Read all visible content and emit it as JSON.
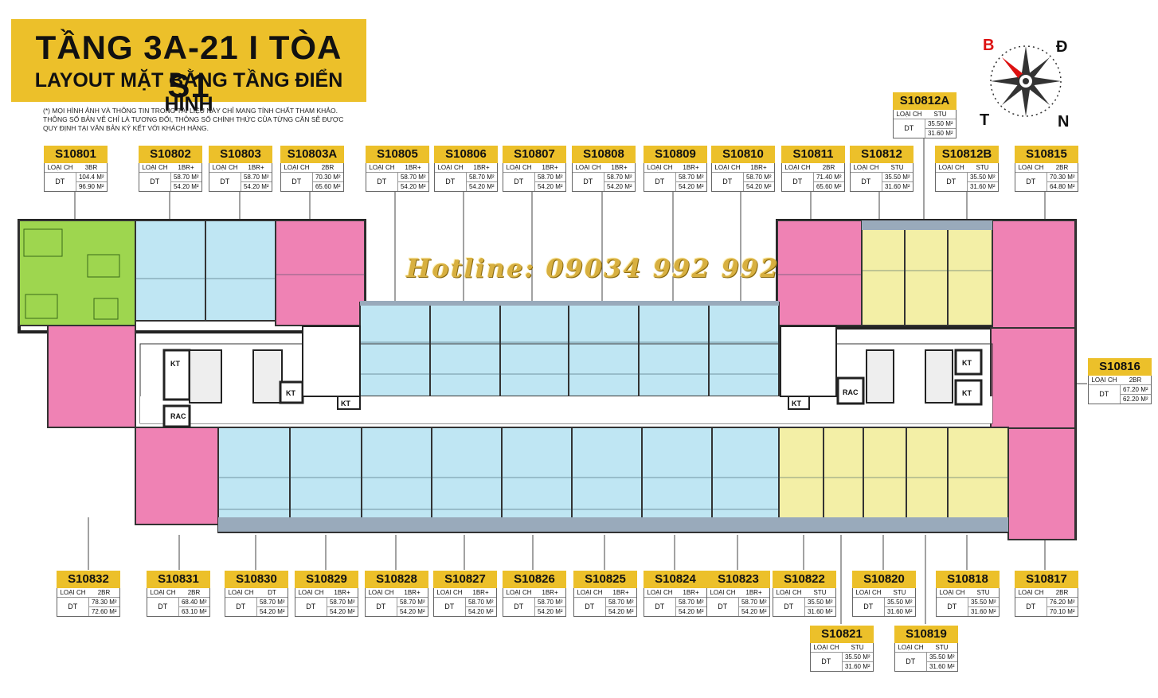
{
  "title": {
    "main": "TẦNG  3A-21  I  TÒA S1",
    "sub": "LAYOUT MẶT BẰNG TẦNG ĐIỂN HÌNH"
  },
  "disclaimer": [
    "(*) MỌI HÌNH ẢNH VÀ THÔNG TIN TRONG TÀI LIỆU NÀY CHỈ MANG TÍNH  CHẤT THAM KHẢO.",
    "THÔNG SỐ BẢN VẼ CHỈ LÀ TƯƠNG ĐỐI, THÔNG SỐ CHÍNH THỨC CỦA TỪNG CĂN SẼ ĐƯỢC",
    "QUY ĐỊNH TẠI VĂN BẢN KÝ KẾT VỚI KHÁCH HÀNG."
  ],
  "compass": {
    "b": "B",
    "d": "Đ",
    "t": "T",
    "n": "N"
  },
  "hotline": "Hotline: 09034 992 992",
  "labels": {
    "loai_ch": "LOẠI CH",
    "dt": "DT"
  },
  "plan_labels": {
    "kt": "KT",
    "rac": "RAC"
  },
  "colors": {
    "title_bg": "#ecc02a",
    "unit_3br": "#9ed64f",
    "unit_2br": "#ef82b4",
    "unit_1br": "#bfe6f3",
    "unit_stu": "#f3efa6",
    "compass_red": "#d11111"
  },
  "units": [
    {
      "code": "S10801",
      "type": "3BR",
      "area1": "104.4 M²",
      "area2": "96.90 M²"
    },
    {
      "code": "S10802",
      "type": "1BR+",
      "area1": "58.70 M²",
      "area2": "54.20 M²"
    },
    {
      "code": "S10803",
      "type": "1BR+",
      "area1": "58.70 M²",
      "area2": "54.20 M²"
    },
    {
      "code": "S10803A",
      "type": "2BR",
      "area1": "70.30 M²",
      "area2": "65.60 M²"
    },
    {
      "code": "S10805",
      "type": "1BR+",
      "area1": "58.70 M²",
      "area2": "54.20 M²"
    },
    {
      "code": "S10806",
      "type": "1BR+",
      "area1": "58.70 M²",
      "area2": "54.20 M²"
    },
    {
      "code": "S10807",
      "type": "1BR+",
      "area1": "58.70 M²",
      "area2": "54.20 M²"
    },
    {
      "code": "S10808",
      "type": "1BR+",
      "area1": "58.70 M²",
      "area2": "54.20 M²"
    },
    {
      "code": "S10809",
      "type": "1BR+",
      "area1": "58.70 M²",
      "area2": "54.20 M²"
    },
    {
      "code": "S10810",
      "type": "1BR+",
      "area1": "58.70 M²",
      "area2": "54.20 M²"
    },
    {
      "code": "S10811",
      "type": "2BR",
      "area1": "71.40 M²",
      "area2": "65.60 M²"
    },
    {
      "code": "S10812",
      "type": "STU",
      "area1": "35.50 M²",
      "area2": "31.60 M²"
    },
    {
      "code": "S10812B",
      "type": "STU",
      "area1": "35.50 M²",
      "area2": "31.60 M²"
    },
    {
      "code": "S10815",
      "type": "2BR",
      "area1": "70.30 M²",
      "area2": "64.80 M²"
    },
    {
      "code": "S10812A",
      "type": "STU",
      "area1": "35.50 M²",
      "area2": "31.60 M²"
    },
    {
      "code": "S10816",
      "type": "2BR",
      "area1": "67.20 M²",
      "area2": "62.20 M²"
    },
    {
      "code": "S10832",
      "type": "2BR",
      "area1": "78.30 M²",
      "area2": "72.60 M²"
    },
    {
      "code": "S10831",
      "type": "2BR",
      "area1": "68.40 M²",
      "area2": "63.10 M²"
    },
    {
      "code": "S10830",
      "type": "DT",
      "area1": "58.70 M²",
      "area2": "54.20 M²"
    },
    {
      "code": "S10829",
      "type": "1BR+",
      "area1": "58.70 M²",
      "area2": "54.20 M²"
    },
    {
      "code": "S10828",
      "type": "1BR+",
      "area1": "58.70 M²",
      "area2": "54.20 M²"
    },
    {
      "code": "S10827",
      "type": "1BR+",
      "area1": "58.70 M²",
      "area2": "54.20 M²"
    },
    {
      "code": "S10826",
      "type": "1BR+",
      "area1": "58.70 M²",
      "area2": "54.20 M²"
    },
    {
      "code": "S10825",
      "type": "1BR+",
      "area1": "58.70 M²",
      "area2": "54.20 M²"
    },
    {
      "code": "S10824",
      "type": "1BR+",
      "area1": "58.70 M²",
      "area2": "54.20 M²"
    },
    {
      "code": "S10823",
      "type": "1BR+",
      "area1": "58.70 M²",
      "area2": "54.20 M²"
    },
    {
      "code": "S10822",
      "type": "STU",
      "area1": "35.50 M²",
      "area2": "31.60 M²"
    },
    {
      "code": "S10820",
      "type": "STU",
      "area1": "35.50 M²",
      "area2": "31.60 M²"
    },
    {
      "code": "S10818",
      "type": "STU",
      "area1": "35.50 M²",
      "area2": "31.60 M²"
    },
    {
      "code": "S10817",
      "type": "2BR",
      "area1": "76.20 M²",
      "area2": "70.10 M²"
    },
    {
      "code": "S10821",
      "type": "STU",
      "area1": "35.50 M²",
      "area2": "31.60 M²"
    },
    {
      "code": "S10819",
      "type": "STU",
      "area1": "35.50 M²",
      "area2": "31.60 M²"
    }
  ]
}
